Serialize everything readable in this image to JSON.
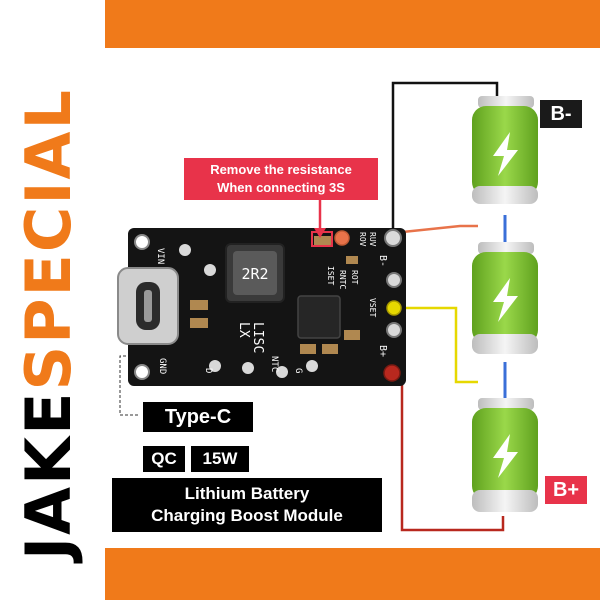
{
  "brand": {
    "part1": "JAKE",
    "part2": "SPECIAL"
  },
  "warning": {
    "line1": "Remove the resistance",
    "line2": "When connecting 3S"
  },
  "labels": {
    "type_c": "Type-C",
    "qc": "QC",
    "power": "15W",
    "module_line1": "Lithium Battery",
    "module_line2": "Charging Boost Module",
    "b_minus": "B-",
    "b_plus": "B+"
  },
  "pcb": {
    "vin": "VIN",
    "gnd": "GND",
    "inductor": "2R2",
    "lx": "LX",
    "lisc": "LISC",
    "ntc": "NTC",
    "g": "G",
    "d": "D",
    "b_minus": "B-",
    "b_plus": "B+",
    "vset": "VSET",
    "iset": "ISET",
    "rntc": "RNTC",
    "rot": "ROT",
    "ruv": "RUV",
    "rov": "ROV"
  },
  "colors": {
    "accent": "#f07a1a",
    "warning": "#e8334a",
    "battery_green": "#7cc22e",
    "wire_black": "#111111",
    "wire_red": "#b8281e",
    "wire_yellow": "#e6d800",
    "wire_orange": "#e8734a",
    "wire_blue": "#3a6fd8"
  },
  "icons": [
    "lightning-bolt-icon",
    "usb-c-port-icon"
  ]
}
